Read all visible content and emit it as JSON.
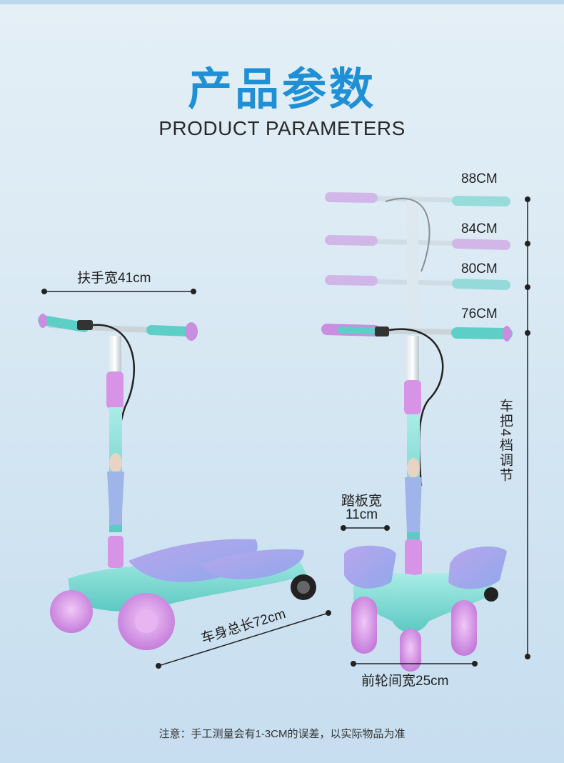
{
  "header": {
    "title_cn": "产品参数",
    "title_en": "PRODUCT PARAMETERS"
  },
  "dimensions": {
    "handlebar_width": "扶手宽41cm",
    "body_length": "车身总长72cm",
    "pedal_width_label": "踏板宽",
    "pedal_width_value": "11cm",
    "front_wheel_spacing": "前轮间宽25cm",
    "handle_adjust": "车把4档调节",
    "heights": [
      "88CM",
      "84CM",
      "80CM",
      "76CM"
    ]
  },
  "note": "注意：手工测量会有1-3CM的误差，以实际物品为准",
  "colors": {
    "title_blue": "#1f8fd6",
    "scooter_mint": "#7fd9d3",
    "wheel_purple": "#d790e6",
    "grip_purple": "#c98ee0"
  }
}
